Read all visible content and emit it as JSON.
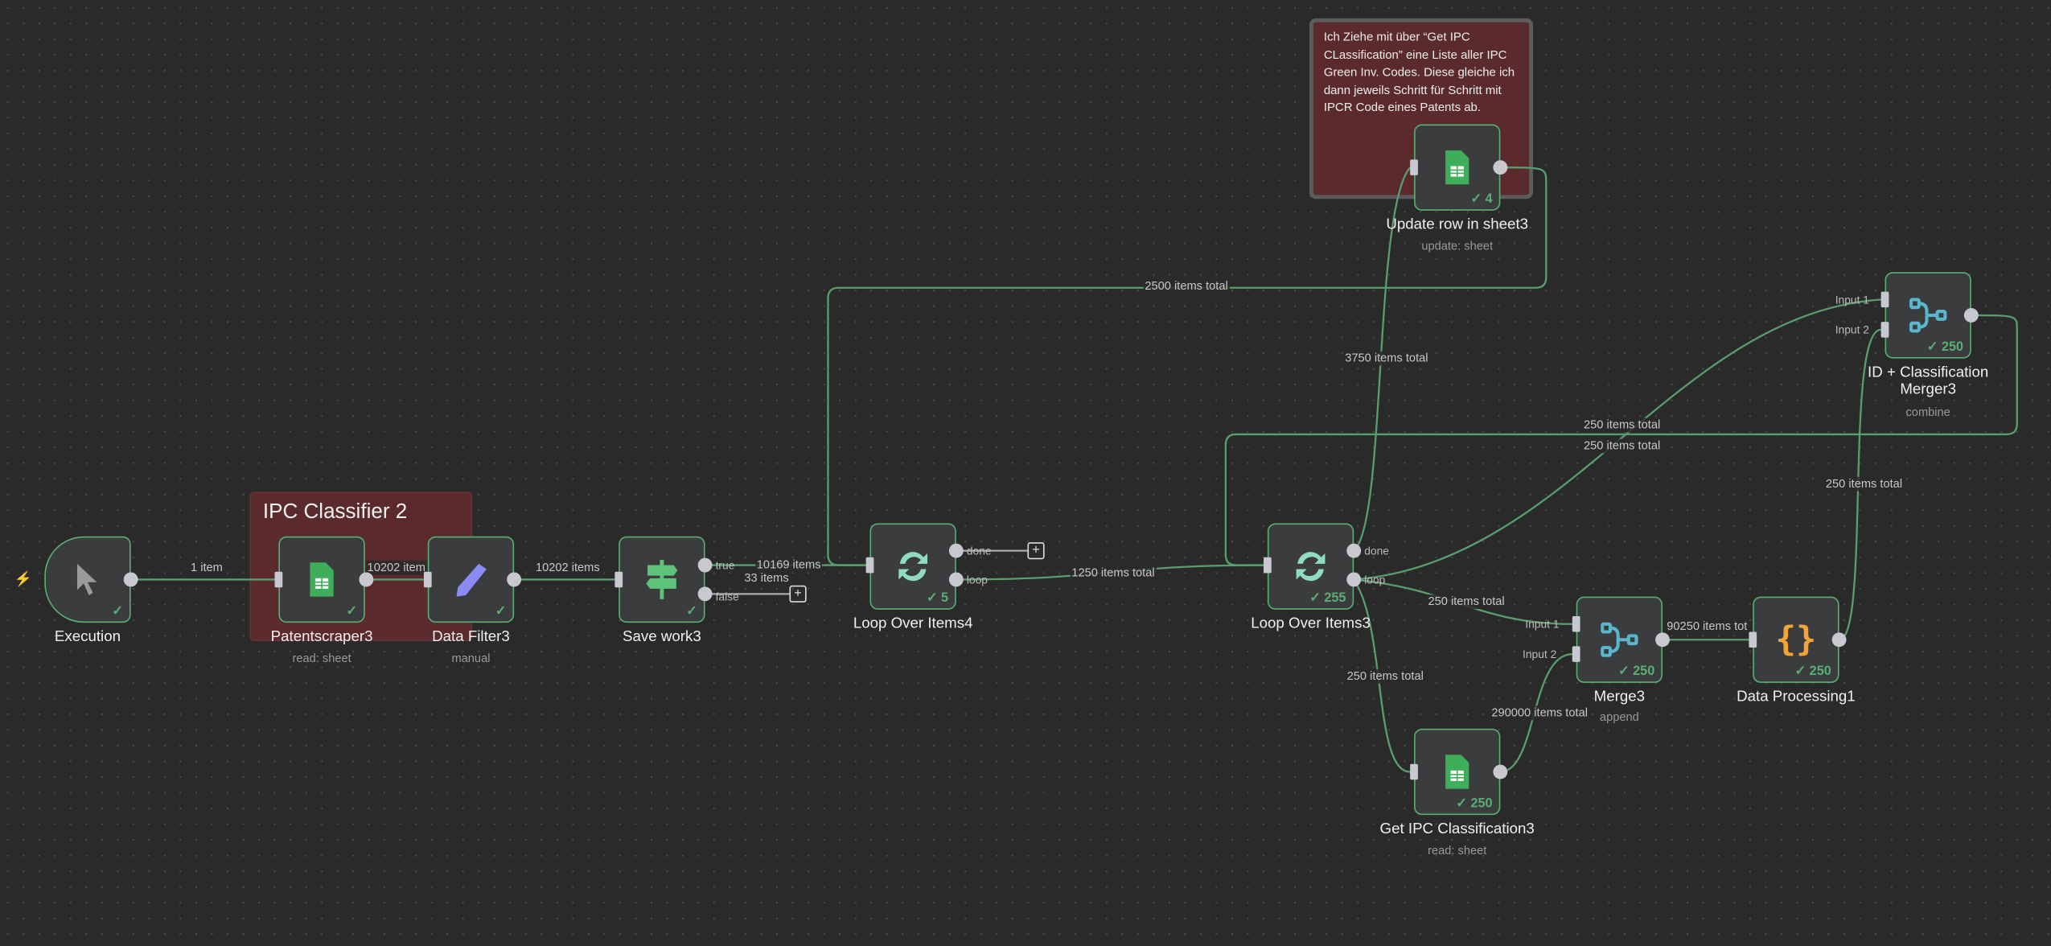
{
  "sticky_note": "Ich Ziehe mit über “Get IPC CLassification” eine Liste aller IPC Green Inv. Codes. Diese gleiche ich dann jeweils Schritt für Schritt mit IPCR Code eines Patents ab.",
  "group": {
    "title": "IPC Classifier 2"
  },
  "nodes": {
    "execution": {
      "label": "Execution"
    },
    "patentscraper": {
      "label": "Patentscraper3",
      "sub": "read: sheet"
    },
    "datafilter": {
      "label": "Data Filter3",
      "sub": "manual"
    },
    "savework": {
      "label": "Save work3",
      "out_true": "true",
      "out_false": "false"
    },
    "loop4": {
      "label": "Loop Over Items4",
      "count": "5",
      "out_done": "done",
      "out_loop": "loop"
    },
    "loop3": {
      "label": "Loop Over Items3",
      "count": "255",
      "out_done": "done",
      "out_loop": "loop"
    },
    "updaterow": {
      "label": "Update row in sheet3",
      "sub": "update: sheet",
      "count": "4"
    },
    "idmerger": {
      "label": "ID + Classification Merger3",
      "sub": "combine",
      "count": "250",
      "in1": "Input 1",
      "in2": "Input 2"
    },
    "merge": {
      "label": "Merge3",
      "sub": "append",
      "count": "250",
      "in1": "Input 1",
      "in2": "Input 2"
    },
    "dataprocessing": {
      "label": "Data Processing1",
      "count": "250"
    },
    "getipc": {
      "label": "Get IPC Classification3",
      "sub": "read: sheet",
      "count": "250"
    }
  },
  "edges": {
    "e1": "1 item",
    "e2": "10202 item",
    "e3": "10202 items",
    "e4": "10169 items",
    "e5": "33 items",
    "e6": "1250 items total",
    "e7": "2500 items total",
    "e8": "3750 items total",
    "e9": "250 items total",
    "e10": "250 items total",
    "e11": "250 items total",
    "e12": "290000 items total",
    "e13": "90250 items tot",
    "e14": "250 items total",
    "e15": "250 items total"
  },
  "colors": {
    "accent": "#5aae74",
    "sticky": "#5b2a2d",
    "sheets": "#3fae5a",
    "pencil": "#8b8bf5",
    "merge": "#5ab6cc",
    "code": "#f2a33a",
    "loop": "#8fdcc4"
  }
}
